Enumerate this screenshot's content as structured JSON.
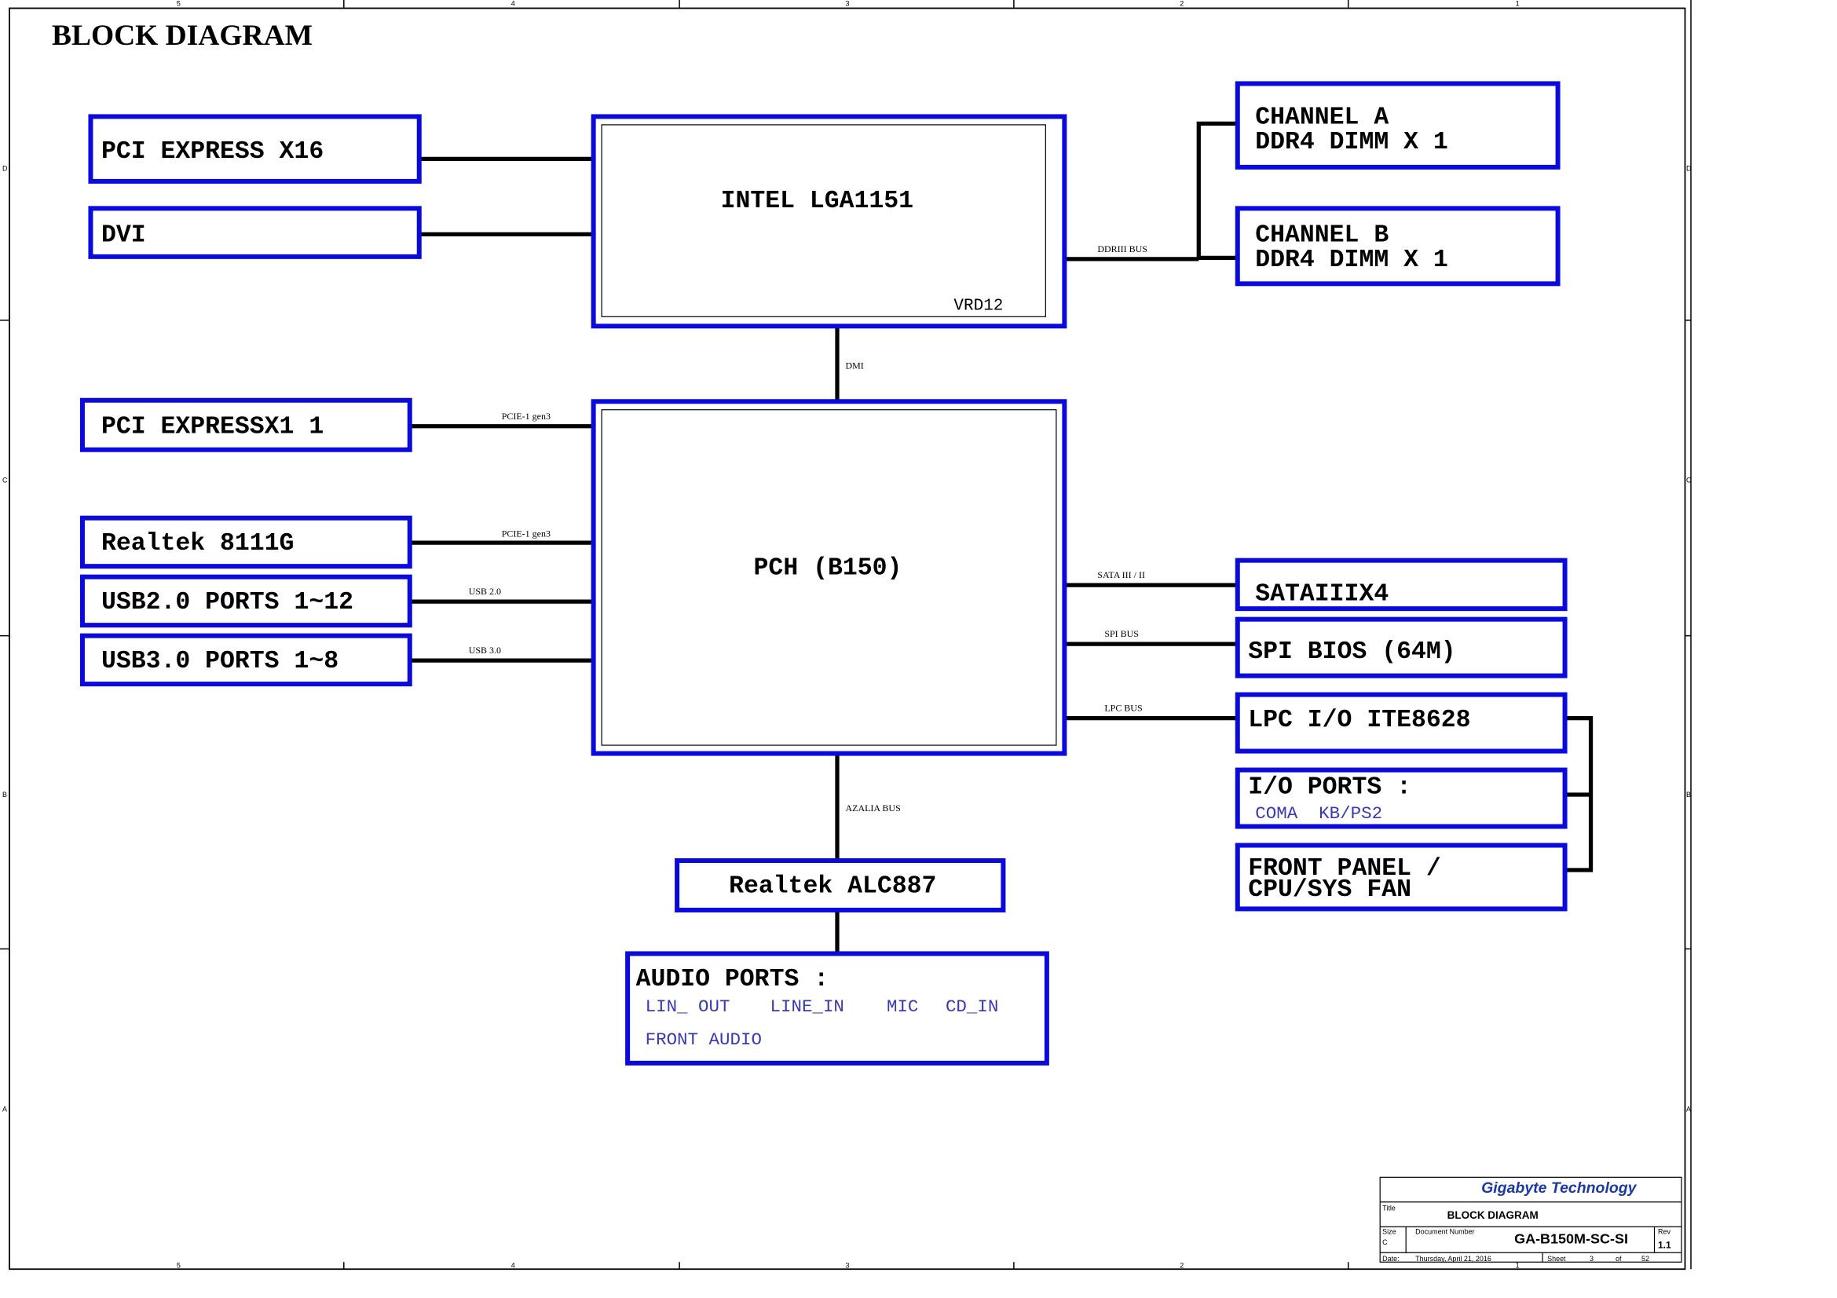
{
  "title": "BLOCK DIAGRAM",
  "blocks": {
    "pcie_x16": "PCI EXPRESS X16",
    "dvi": "DVI",
    "cpu": "INTEL LGA1151",
    "cpu_vr": "VRD12",
    "channel_a_1": "CHANNEL A",
    "channel_a_2": "DDR4 DIMM X 1",
    "channel_b_1": "CHANNEL B",
    "channel_b_2": "DDR4 DIMM X 1",
    "pcie_x1": "PCI EXPRESSX1 1",
    "realtek_lan": "Realtek 8111G",
    "usb2": "USB2.0 PORTS 1~12",
    "usb3": "USB3.0 PORTS 1~8",
    "pch": "PCH (B150)",
    "sata": "SATAIIIX4",
    "spi": "SPI BIOS (64M)",
    "lpc": "LPC I/O ITE8628",
    "io_ports": "I/O PORTS :",
    "io_ports_sub": "COMA  KB/PS2",
    "front_panel_1": "FRONT PANEL /",
    "front_panel_2": "CPU/SYS FAN",
    "audio_codec": "Realtek ALC887",
    "audio_ports": "AUDIO PORTS :",
    "audio_lin_out": "LIN_ OUT",
    "audio_line_in": "LINE_IN",
    "audio_mic": "MIC",
    "audio_cd_in": "CD_IN",
    "audio_front": "FRONT AUDIO"
  },
  "buses": {
    "ddr": "DDRIII BUS",
    "dmi": "DMI",
    "pcie_1": "PCIE-1 gen3",
    "pcie_2": "PCIE-1 gen3",
    "usb2": "USB 2.0",
    "usb3": "USB 3.0",
    "sata": "SATA III / II",
    "spi": "SPI BUS",
    "lpc": "LPC BUS",
    "azalia": "AZALIA BUS"
  },
  "title_block": {
    "company": "Gigabyte Technology",
    "title_label": "Title",
    "title": "BLOCK DIAGRAM",
    "size_label": "Size",
    "size": "C",
    "doc_label": "Document Number",
    "doc_number": "GA-B150M-SC-SI",
    "rev_label": "Rev",
    "rev": "1.1",
    "date_label": "Date:",
    "date": "Thursday, April 21, 2016",
    "sheet_label": "Sheet",
    "sheet": "3",
    "of_label": "of",
    "total": "52"
  },
  "frame_labels": {
    "top": [
      "5",
      "4",
      "3",
      "2",
      "1"
    ],
    "bottom": [
      "5",
      "4",
      "3",
      "2",
      "1"
    ],
    "left": [
      "D",
      "C",
      "B",
      "A"
    ],
    "right": [
      "D",
      "C",
      "B",
      "A"
    ]
  },
  "colors": {
    "block_border": "#0a0adc",
    "line": "#000000",
    "sub_text": "#3a3ab0",
    "company": "#1a3aa0"
  }
}
